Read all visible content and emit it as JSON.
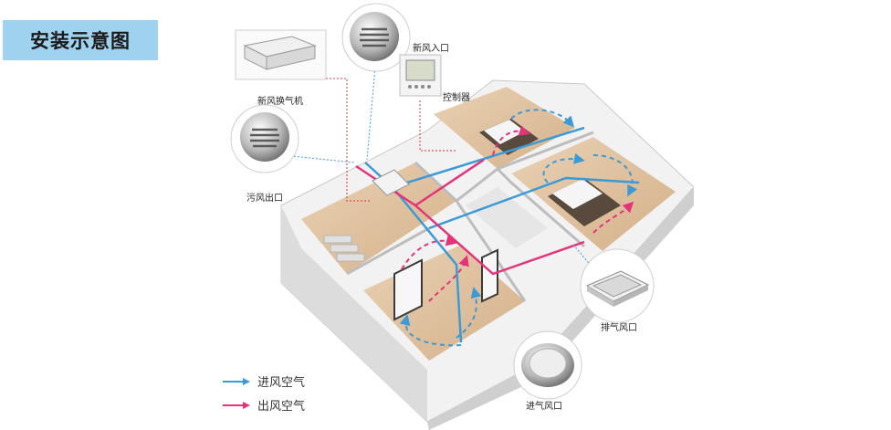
{
  "title": "安装示意图",
  "labels": {
    "ventilator_unit": "新风换气机",
    "fresh_air_inlet": "新风入口",
    "controller": "控制器",
    "exhaust_outlet": "污风出口",
    "exhaust_vent": "排气风口",
    "supply_vent": "进气风口"
  },
  "legend": [
    {
      "label": "进风空气",
      "color": "#3c9ad6"
    },
    {
      "label": "出风空气",
      "color": "#e5337a"
    }
  ],
  "colors": {
    "supply": "#3c9ad6",
    "exhaust": "#e5337a",
    "leader": "#d9343b",
    "title_bg": "#9fd2ee"
  }
}
